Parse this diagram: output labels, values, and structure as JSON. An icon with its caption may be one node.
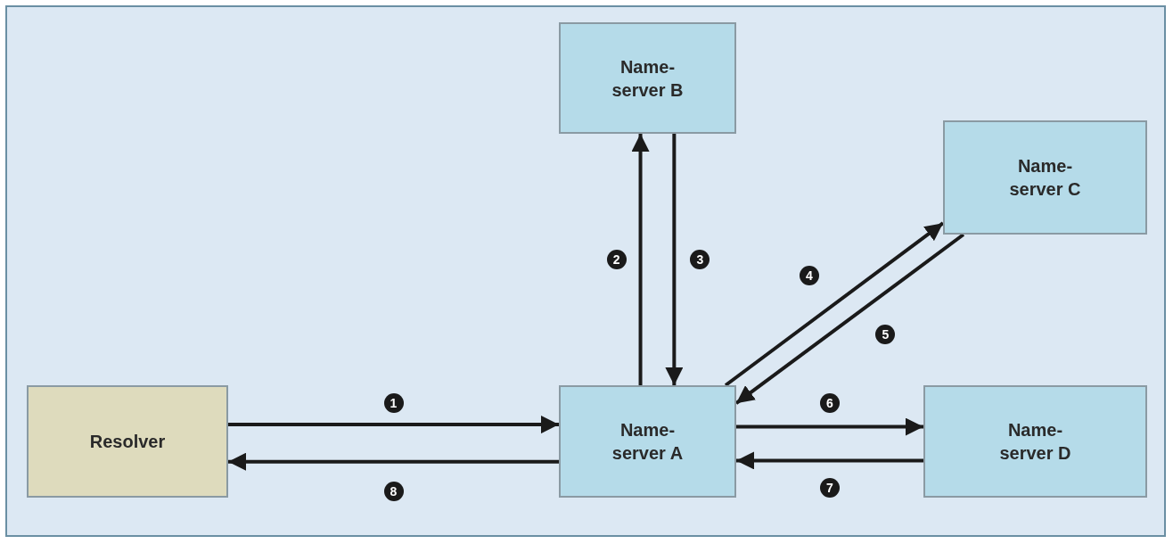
{
  "diagram": {
    "nodes": [
      {
        "text": [
          "Resolver"
        ]
      },
      {
        "text": [
          "Name-server B"
        ]
      },
      {
        "text": [
          "Name-server C"
        ]
      },
      {
        "text": [
          "Name-server A"
        ]
      },
      {
        "text": [
          "Name-server D"
        ]
      }
    ],
    "edges": [
      {
        "from": 0,
        "to": 3,
        "arrow": "to",
        "label": "1"
      },
      {
        "from": 3,
        "to": 0,
        "arrow": "to",
        "label": "8"
      },
      {
        "from": 3,
        "to": 1,
        "arrow": "to",
        "label": "2"
      },
      {
        "from": 1,
        "to": 3,
        "arrow": "to",
        "label": "3"
      },
      {
        "from": 3,
        "to": 2,
        "arrow": "to",
        "label": "4"
      },
      {
        "from": 2,
        "to": 3,
        "arrow": "to",
        "label": "5"
      },
      {
        "from": 3,
        "to": 4,
        "arrow": "to",
        "label": "6"
      },
      {
        "from": 4,
        "to": 3,
        "arrow": "to",
        "label": "7"
      }
    ]
  }
}
